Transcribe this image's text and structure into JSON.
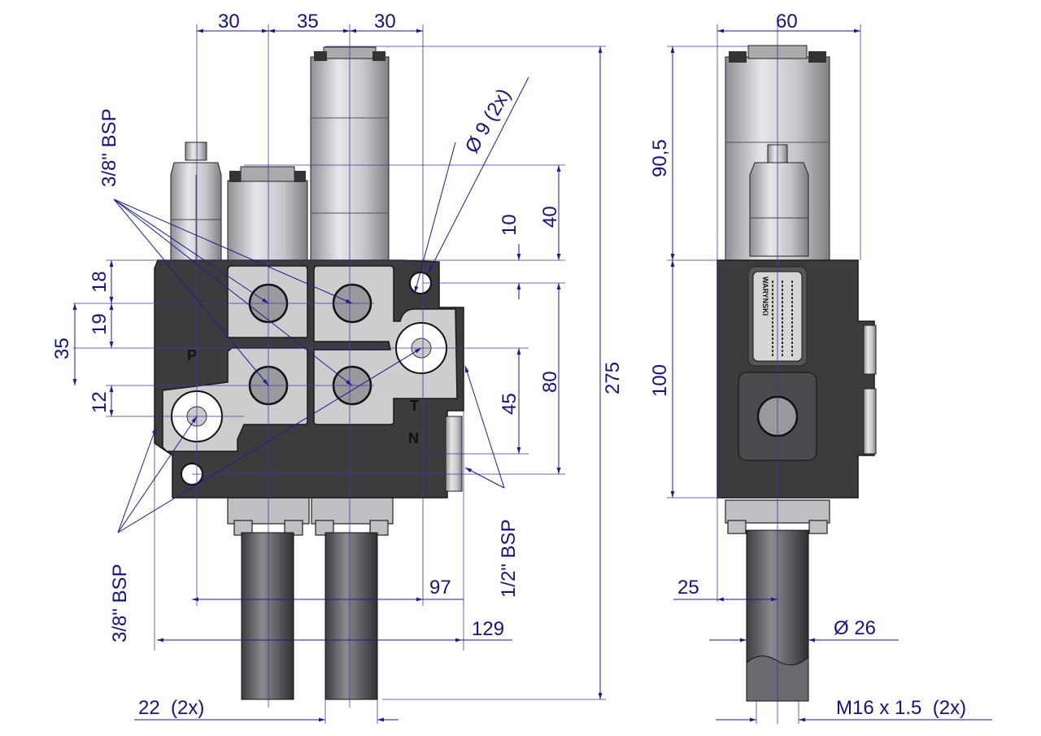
{
  "drawing": {
    "front_view": {
      "top_dims": [
        "30",
        "35",
        "30"
      ],
      "hole_dim": "Ø 9  (2x)",
      "port_label_top": "3/8\" BSP",
      "port_label_bottom": "3/8\" BSP",
      "port_label_right": "1/2\" BSP",
      "right_dims": {
        "d40": "40",
        "d10": "10",
        "d80": "80",
        "d45": "45",
        "d275": "275"
      },
      "left_dims": {
        "d18": "18",
        "d19": "19",
        "d35": "35",
        "d12": "12"
      },
      "bottom_dims": {
        "d97": "97",
        "d129": "129",
        "d22": "22  (2x)"
      },
      "body_marks": {
        "p": "P",
        "t": "T",
        "n": "N"
      }
    },
    "side_view": {
      "width_dim": "60",
      "height_upper": "90,5",
      "height_body": "100",
      "spool_offset": "25",
      "spool_dia": "Ø 26",
      "thread": "M16 x 1.5  (2x)",
      "nameplate_logo": "WARYNSKI"
    },
    "colors": {
      "dimension": "#1c1c8a",
      "body": "#3c3c3f",
      "plate": "#cdcdd0"
    }
  }
}
